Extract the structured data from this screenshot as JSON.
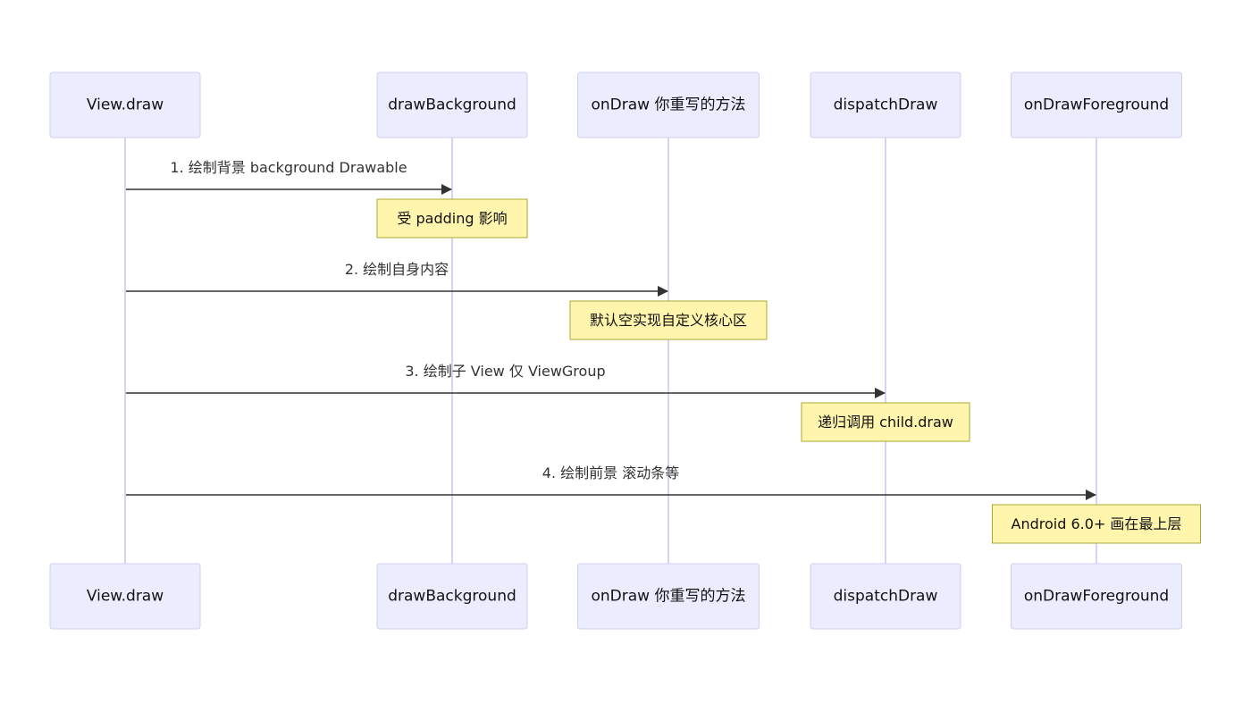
{
  "diagram": {
    "type": "sequence",
    "participants": [
      {
        "id": "view",
        "label": "View.draw"
      },
      {
        "id": "bg",
        "label": "drawBackground"
      },
      {
        "id": "ondraw",
        "label": "onDraw 你重写的方法"
      },
      {
        "id": "dispatch",
        "label": "dispatchDraw"
      },
      {
        "id": "fg",
        "label": "onDrawForeground"
      }
    ],
    "messages": [
      {
        "from": "view",
        "to": "bg",
        "label": "1. 绘制背景 background Drawable",
        "note": "受 padding 影响"
      },
      {
        "from": "view",
        "to": "ondraw",
        "label": "2. 绘制自身内容",
        "note": "默认空实现自定义核心区"
      },
      {
        "from": "view",
        "to": "dispatch",
        "label": "3. 绘制子 View 仅 ViewGroup",
        "note": "递归调用 child.draw"
      },
      {
        "from": "view",
        "to": "fg",
        "label": "4. 绘制前景 滚动条等",
        "note": "Android 6.0+ 画在最上层"
      }
    ],
    "colors": {
      "actor_fill": "#ececff",
      "actor_border": "#cfcfef",
      "lifeline": "#d9d2f2",
      "arrow": "#333333",
      "note_fill": "#fff5ad",
      "note_border": "#aaaa33"
    }
  }
}
